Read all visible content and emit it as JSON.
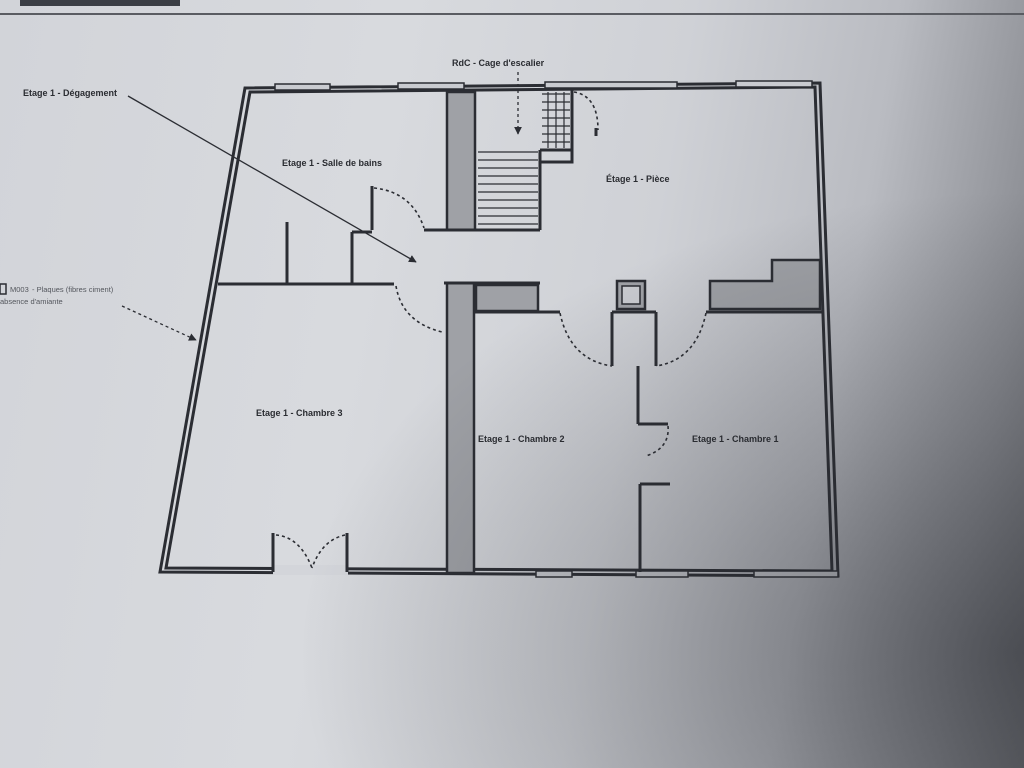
{
  "plan": {
    "labels": {
      "degagement": "Etage 1 - Dégagement",
      "cage": "RdC - Cage d'escalier",
      "salle_de_bains": "Etage 1 - Salle de bains",
      "piece": "Étage 1 - Pièce",
      "chambre3": "Etage 1 - Chambre 3",
      "chambre2": "Etage 1 - Chambre 2",
      "chambre1": "Etage 1 - Chambre 1",
      "note_code": "M003",
      "note_text": "- Plaques (fibres ciment)",
      "note_sub": "absence d'amiante"
    }
  }
}
